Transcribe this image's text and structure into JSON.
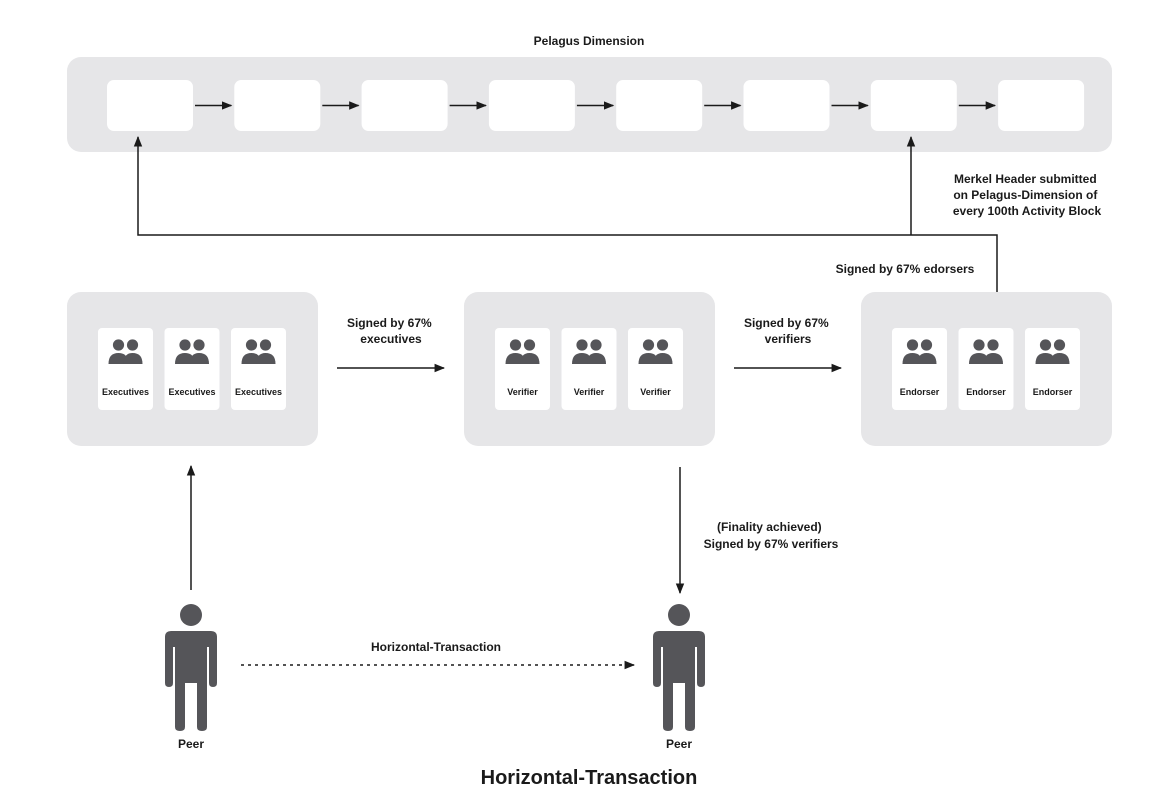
{
  "chain": {
    "title": "Pelagus Dimension",
    "block_count": 8
  },
  "merkel_note": {
    "line1": "Merkel Header submitted",
    "line2": "on Pelagus-Dimension of",
    "line3": "every 100th Activity Block"
  },
  "endorser_note": "Signed by 67% edorsers",
  "groups": [
    {
      "id": "executives",
      "members": [
        "Executives",
        "Executives",
        "Executives"
      ]
    },
    {
      "id": "verifiers",
      "members": [
        "Verifier",
        "Verifier",
        "Verifier"
      ]
    },
    {
      "id": "endorsers",
      "members": [
        "Endorser",
        "Endorser",
        "Endorser"
      ]
    }
  ],
  "flow_labels": {
    "executives_to_verifiers": [
      "Signed by 67%",
      "executives"
    ],
    "verifiers_to_endorsers": [
      "Signed by 67%",
      "verifiers"
    ],
    "finality": [
      "(Finality achieved)",
      "Signed by 67% verifiers"
    ]
  },
  "peers": {
    "left_label": "Peer",
    "right_label": "Peer",
    "transaction_label": "Horizontal-Transaction"
  },
  "caption": "Horizontal-Transaction",
  "colors": {
    "panel": "#e6e6e8",
    "card": "#ffffff",
    "icon": "#555559",
    "line": "#1a1a1a"
  }
}
